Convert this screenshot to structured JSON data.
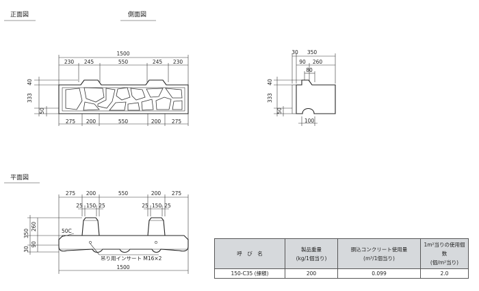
{
  "views": {
    "front": "正面図",
    "side": "側面図",
    "plan": "平面図"
  },
  "front_dims": {
    "total": "1500",
    "top": [
      "230",
      "245",
      "550",
      "245",
      "230"
    ],
    "bottom": [
      "275",
      "200",
      "550",
      "200",
      "275"
    ],
    "left": [
      "40",
      "333",
      "50"
    ]
  },
  "side_dims": {
    "top_total": [
      "30",
      "350"
    ],
    "top_parts": [
      "90",
      "260"
    ],
    "inner": "80",
    "left": [
      "40",
      "333",
      "50"
    ],
    "bottom": "100"
  },
  "plan_dims": {
    "top": [
      "275",
      "200",
      "550",
      "200",
      "275"
    ],
    "tenon": [
      "25",
      "150",
      "25"
    ],
    "left": [
      "350",
      "260",
      "90",
      "30"
    ],
    "chamfer": "50C",
    "insert_note": "吊り用インサート M16×2",
    "total": "1500"
  },
  "spec_table": {
    "headers": [
      {
        "title": "呼　び　名",
        "sub": ""
      },
      {
        "title": "製品重量",
        "sub": "(kg/1個当り)"
      },
      {
        "title": "胴込コンクリート使用量",
        "sub": "(m³/1個当り)"
      },
      {
        "title": "1m²当りの使用個数",
        "sub": "(個/m²当り)"
      }
    ],
    "row": [
      "150-C35 (練積)",
      "200",
      "0.099",
      "2.0"
    ]
  }
}
